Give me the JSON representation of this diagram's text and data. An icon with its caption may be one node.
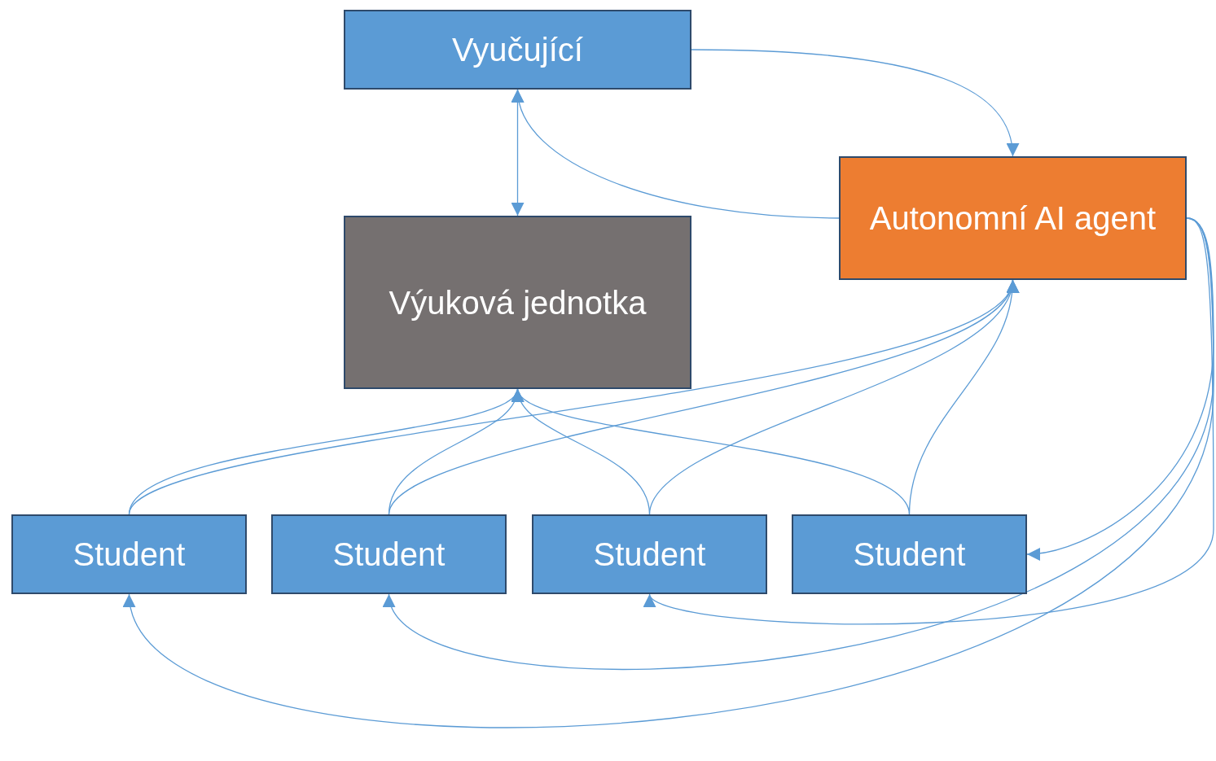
{
  "diagram": {
    "nodes": [
      {
        "text": [
          "Vyučující"
        ]
      },
      {
        "text": [
          "Autonomní AI agent"
        ]
      },
      {
        "text": [
          "Výuková jednotka"
        ]
      },
      {
        "text": [
          "Student"
        ]
      },
      {
        "text": [
          "Student"
        ]
      },
      {
        "text": [
          "Student"
        ]
      },
      {
        "text": [
          "Student"
        ]
      }
    ],
    "edges": [
      {
        "from": 0,
        "to": 1,
        "arrow": "to"
      },
      {
        "from": 1,
        "to": 0,
        "arrow": "to"
      },
      {
        "from": 0,
        "to": 2,
        "arrow": "both"
      },
      {
        "from": 3,
        "to": 2,
        "arrow": "to"
      },
      {
        "from": 4,
        "to": 2,
        "arrow": "to"
      },
      {
        "from": 5,
        "to": 2,
        "arrow": "to"
      },
      {
        "from": 6,
        "to": 2,
        "arrow": "to"
      },
      {
        "from": 3,
        "to": 1,
        "arrow": "to"
      },
      {
        "from": 4,
        "to": 1,
        "arrow": "to"
      },
      {
        "from": 5,
        "to": 1,
        "arrow": "to"
      },
      {
        "from": 6,
        "to": 1,
        "arrow": "to"
      },
      {
        "from": 1,
        "to": 6,
        "arrow": "to"
      },
      {
        "from": 1,
        "to": 5,
        "arrow": "to"
      },
      {
        "from": 1,
        "to": 4,
        "arrow": "to"
      },
      {
        "from": 1,
        "to": 3,
        "arrow": "to"
      }
    ]
  }
}
